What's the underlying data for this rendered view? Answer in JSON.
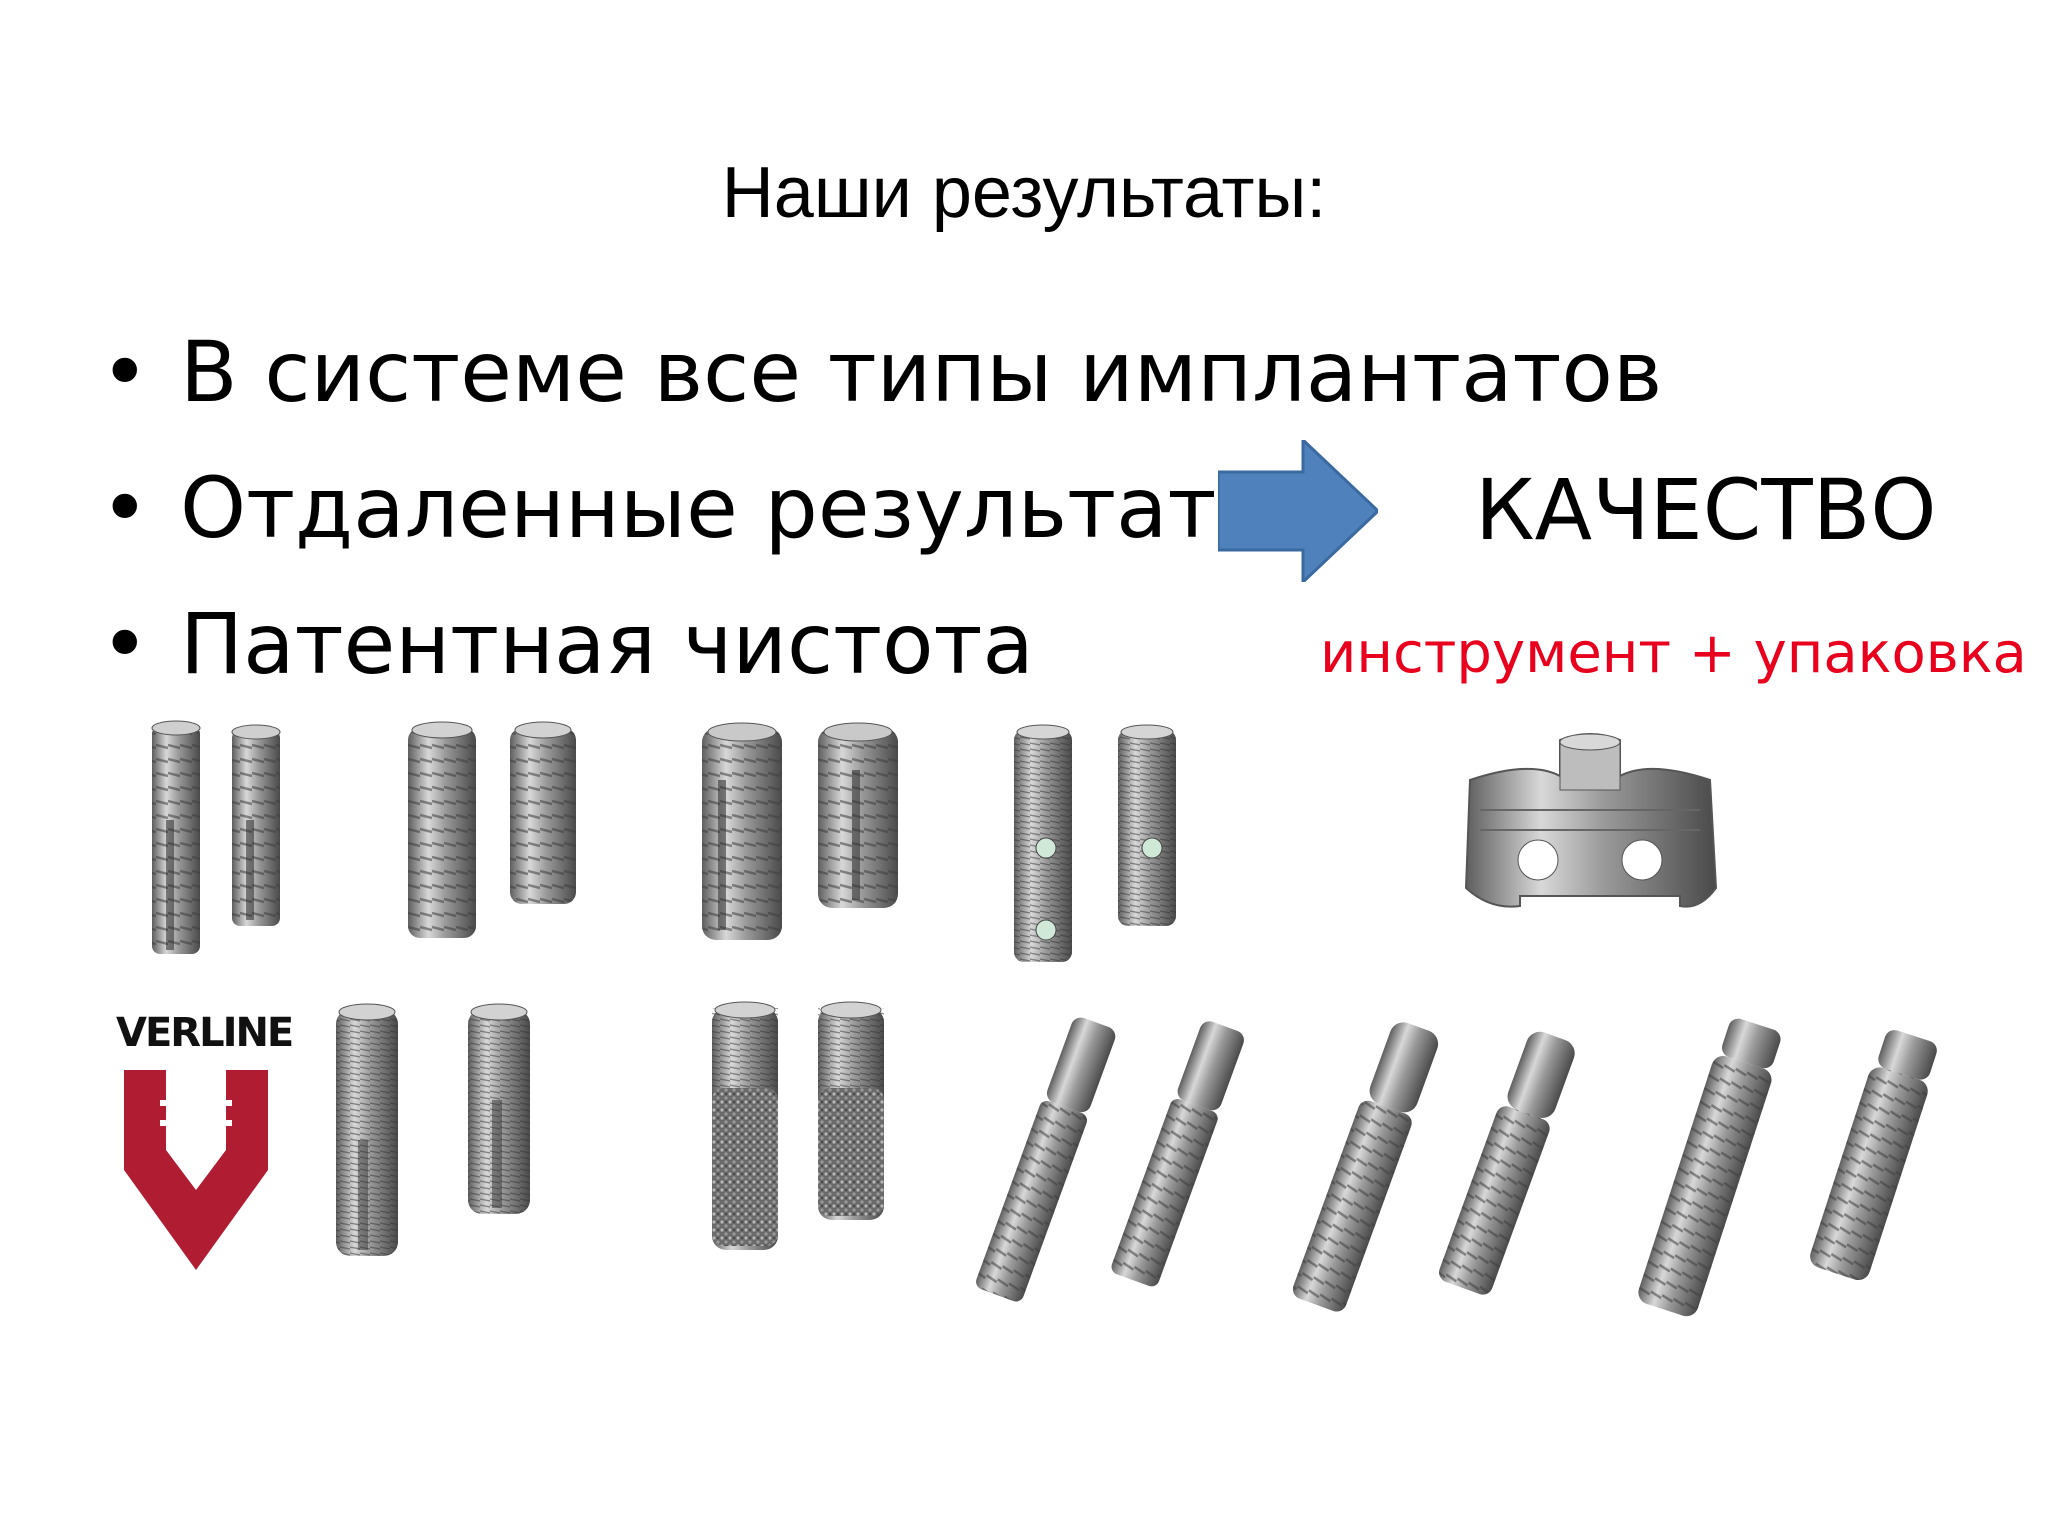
{
  "title": "Наши результаты:",
  "bullets": [
    "В системе все типы имплантатов",
    "Отдаленные результаты",
    "Патентная чистота"
  ],
  "quality_label": "КАЧЕСТВО",
  "tools_label": "инструмент + упаковка",
  "logo": {
    "text": "VERLINE",
    "color": "#b01d33"
  },
  "colors": {
    "arrow": "#4f81bd",
    "tools_label": "#e8001c"
  },
  "icons": [
    "arrow-right-icon",
    "implant-icon",
    "packaging-holder-icon"
  ]
}
